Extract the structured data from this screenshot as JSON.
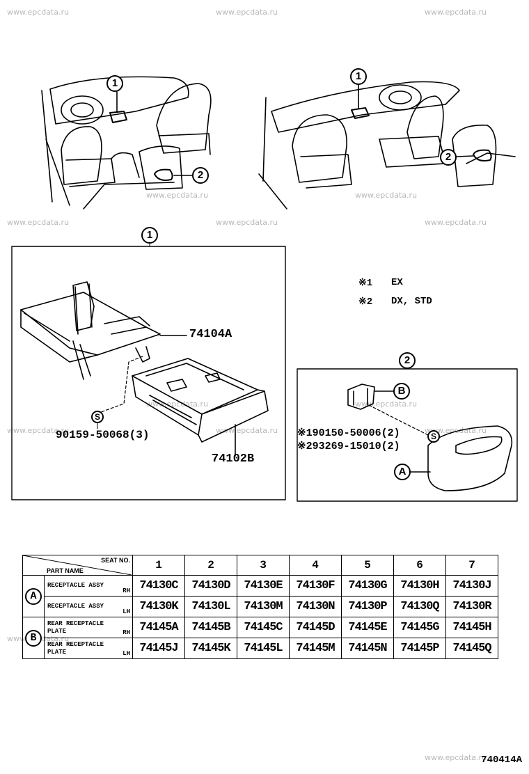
{
  "watermark": "www.epcdata.ru",
  "callouts": {
    "one": "1",
    "two": "2",
    "a": "A",
    "b": "B",
    "s": "S"
  },
  "section1": {
    "label_bracket": "74104A",
    "label_box": "74102B",
    "label_screw": "90159-50068(3)"
  },
  "notes": {
    "n1_mark": "※1",
    "n1_text": "EX",
    "n2_mark": "※2",
    "n2_text": "DX, STD"
  },
  "section2": {
    "screw1": "※190150-50006(2)",
    "screw2": "※293269-15010(2)"
  },
  "table": {
    "header_seat": "SEAT NO.",
    "header_part": "PART NAME",
    "seats": [
      "1",
      "2",
      "3",
      "4",
      "5",
      "6",
      "7"
    ],
    "groups": [
      {
        "marker": "A",
        "rows": [
          {
            "name": "RECEPTACLE ASSY",
            "side": "RH",
            "parts": [
              "74130C",
              "74130D",
              "74130E",
              "74130F",
              "74130G",
              "74130H",
              "74130J"
            ]
          },
          {
            "name": "RECEPTACLE ASSY",
            "side": "LH",
            "parts": [
              "74130K",
              "74130L",
              "74130M",
              "74130N",
              "74130P",
              "74130Q",
              "74130R"
            ]
          }
        ]
      },
      {
        "marker": "B",
        "rows": [
          {
            "name": "REAR RECEPTACLE PLATE",
            "side": "RH",
            "parts": [
              "74145A",
              "74145B",
              "74145C",
              "74145D",
              "74145E",
              "74145G",
              "74145H"
            ]
          },
          {
            "name": "REAR RECEPTACLE PLATE",
            "side": "LH",
            "parts": [
              "74145J",
              "74145K",
              "74145L",
              "74145M",
              "74145N",
              "74145P",
              "74145Q"
            ]
          }
        ]
      }
    ]
  },
  "drawing_number": "740414A"
}
